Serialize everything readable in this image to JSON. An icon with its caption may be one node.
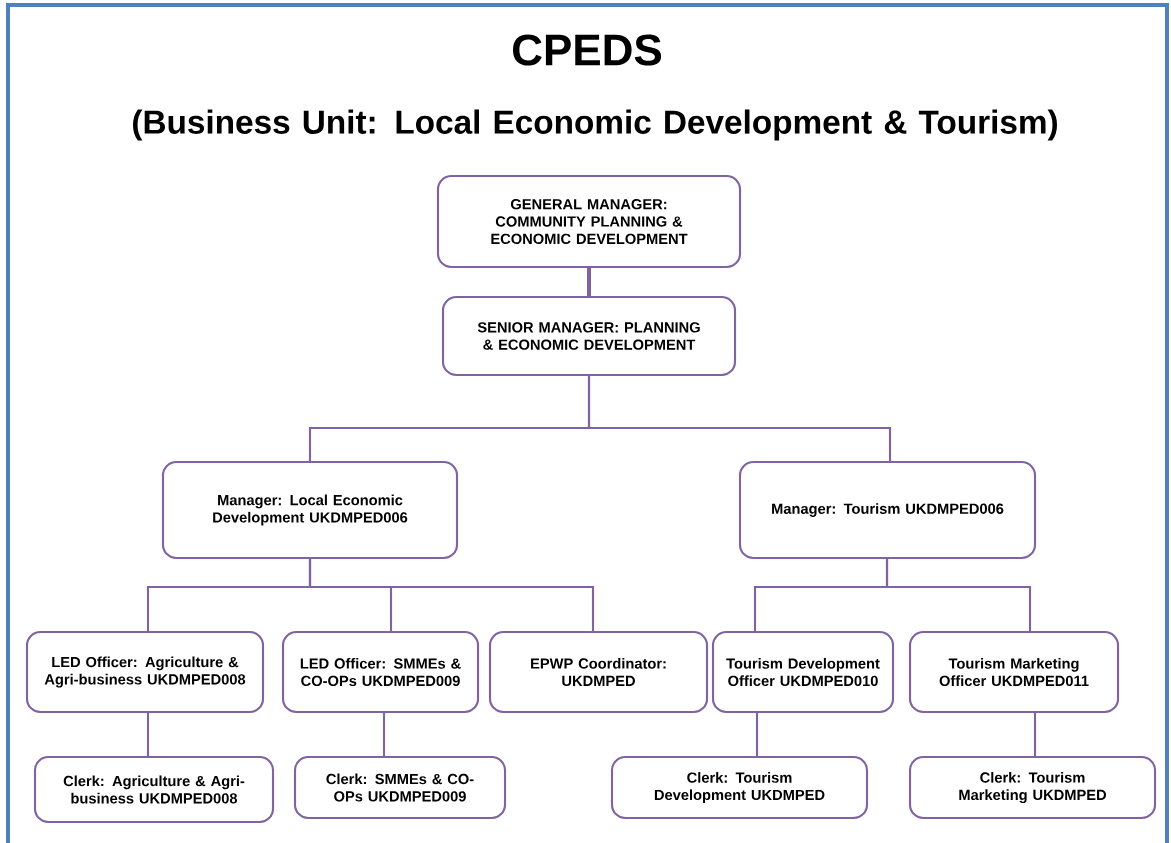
{
  "diagram": {
    "title": "CPEDS",
    "nodes": [
      {
        "text": [
          "GENERAL MANAGER: COMMUNITY PLANNING & ECONOMIC DEVELOPMENT"
        ]
      },
      {
        "text": [
          "SENIOR MANAGER: PLANNING & ECONOMIC DEVELOPMENT"
        ]
      },
      {
        "text": [
          "Manager: Local Economic Development UKDMPED006"
        ]
      },
      {
        "text": [
          "Manager: Tourism UKDMPED006"
        ]
      },
      {
        "text": [
          "LED Officer:  Agriculture & Agri-business UKDMPED008"
        ]
      },
      {
        "text": [
          "LED Officer:  SMMEs & CO-OPs UKDMPED009"
        ]
      },
      {
        "text": [
          "EPWP Coordinator: UKDMPED"
        ]
      },
      {
        "text": [
          "Tourism Development Officer UKDMPED010"
        ]
      },
      {
        "text": [
          "Tourism Marketing Officer UKDMPED011"
        ]
      },
      {
        "text": [
          "Clerk:  Agriculture & Agri-business UKDMPED008"
        ]
      },
      {
        "text": [
          "Clerk:  SMMEs & CO-OPs UKDMPED009"
        ]
      },
      {
        "text": [
          "Clerk: Tourism Development UKDMPED"
        ]
      },
      {
        "text": [
          "Clerk: Tourism Marketing UKDMPED"
        ]
      }
    ],
    "edges": [
      {
        "from": 0,
        "to": 1,
        "arrow": "none",
        "style": "thick"
      },
      {
        "from": 1,
        "to": 2,
        "arrow": "none"
      },
      {
        "from": 1,
        "to": 3,
        "arrow": "none"
      },
      {
        "from": 2,
        "to": 4,
        "arrow": "none"
      },
      {
        "from": 2,
        "to": 5,
        "arrow": "none"
      },
      {
        "from": 2,
        "to": 6,
        "arrow": "none"
      },
      {
        "from": 3,
        "to": 7,
        "arrow": "none"
      },
      {
        "from": 3,
        "to": 8,
        "arrow": "none"
      },
      {
        "from": 4,
        "to": 9,
        "arrow": "none"
      },
      {
        "from": 5,
        "to": 10,
        "arrow": "none"
      },
      {
        "from": 7,
        "to": 11,
        "arrow": "none"
      },
      {
        "from": 8,
        "to": 12,
        "arrow": "none"
      }
    ],
    "labels": [
      "(Business Unit: Local Economic Development & Tourism)"
    ]
  }
}
